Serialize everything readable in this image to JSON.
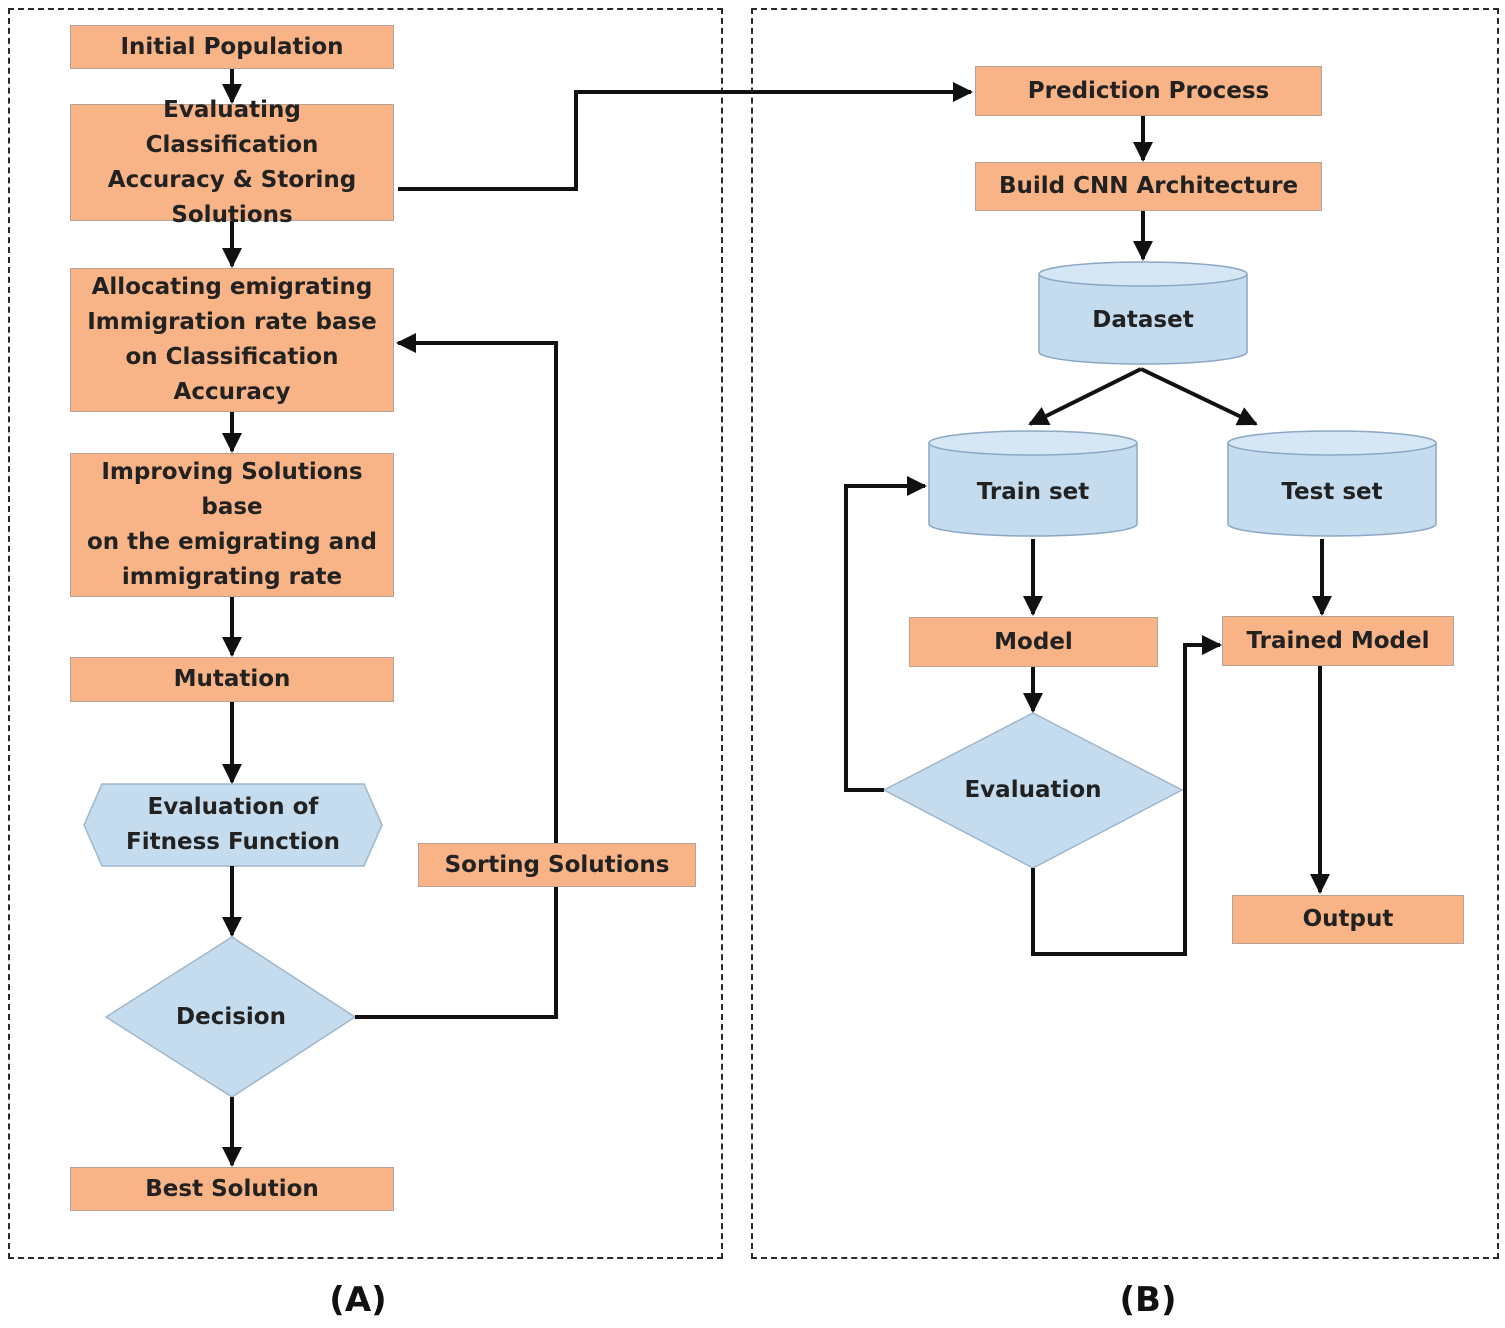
{
  "colors": {
    "process_fill": "#f8b486",
    "decision_fill": "#c5dcef",
    "stroke": "#111111"
  },
  "panel_a": {
    "caption": "(A)",
    "initial_population": "Initial Population",
    "evaluating": "Evaluating Classification\nAccuracy & Storing\nSolutions",
    "allocating": "Allocating emigrating\nImmigration rate base\non Classification\nAccuracy",
    "improving": "Improving Solutions base\non the emigrating and\nimmigrating rate",
    "mutation": "Mutation",
    "fitness": "Evaluation of\nFitness Function",
    "sorting": "Sorting Solutions",
    "decision": "Decision",
    "best": "Best Solution"
  },
  "panel_b": {
    "caption": "(B)",
    "prediction": "Prediction Process",
    "build_cnn": "Build CNN Architecture",
    "dataset": "Dataset",
    "train_set": "Train set",
    "test_set": "Test set",
    "model": "Model",
    "trained_model": "Trained Model",
    "evaluation": "Evaluation",
    "output": "Output"
  }
}
